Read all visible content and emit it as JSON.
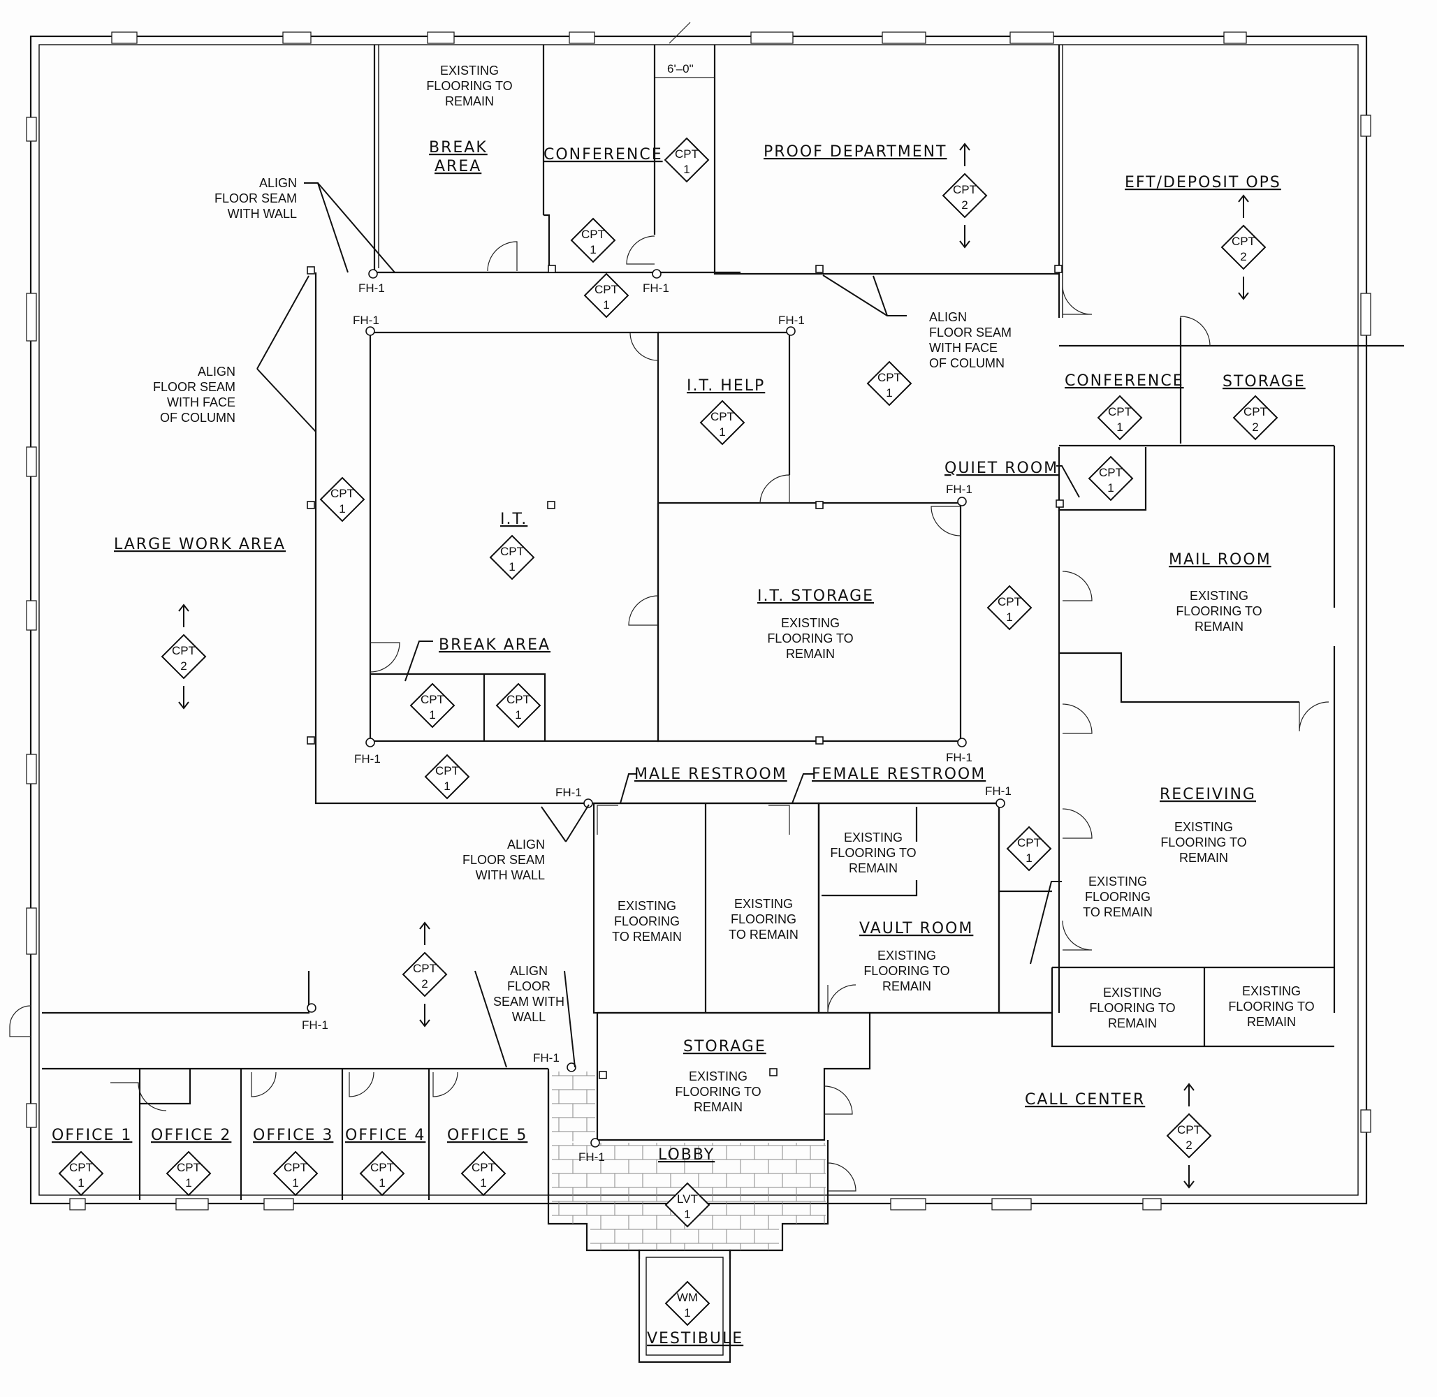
{
  "plan": {
    "rooms": {
      "large_work_area": "LARGE WORK AREA",
      "break_area_top_1": "BREAK",
      "break_area_top_2": "AREA",
      "conference_top": "CONFERENCE",
      "proof_department": "PROOF DEPARTMENT",
      "eft_deposit_ops": "EFT/DEPOSIT OPS",
      "conference_right": "CONFERENCE",
      "storage_right": "STORAGE",
      "it_help": "I.T. HELP",
      "quiet_room": "QUIET ROOM",
      "it": "I.T.",
      "it_storage": "I.T. STORAGE",
      "break_area_mid": "BREAK AREA",
      "mail_room": "MAIL ROOM",
      "male_restroom": "MALE RESTROOM",
      "female_restroom": "FEMALE RESTROOM",
      "vault_room": "VAULT ROOM",
      "receiving": "RECEIVING",
      "storage_center": "STORAGE",
      "call_center": "CALL CENTER",
      "lobby": "LOBBY",
      "vestibule": "VESTIBULE",
      "office_1": "OFFICE 1",
      "office_2": "OFFICE 2",
      "office_3": "OFFICE 3",
      "office_4": "OFFICE 4",
      "office_5": "OFFICE 5"
    },
    "notes": {
      "existing_3line": [
        "EXISTING",
        "FLOORING TO",
        "REMAIN"
      ],
      "existing_restroom": [
        "EXISTING",
        "FLOORING",
        "TO REMAIN"
      ],
      "align_wall": [
        "ALIGN",
        "FLOOR SEAM",
        "WITH WALL"
      ],
      "align_column": [
        "ALIGN",
        "FLOOR SEAM",
        "WITH FACE",
        "OF COLUMN"
      ],
      "align_floor_seam_with_wall_4": [
        "ALIGN",
        "FLOOR",
        "SEAM WITH",
        "WALL"
      ],
      "dimension": "6'–0\""
    },
    "fh_label": "FH-1",
    "tags": {
      "cpt": "CPT",
      "lvt": "LVT",
      "wm": "WM",
      "one": "1",
      "two": "2"
    }
  }
}
